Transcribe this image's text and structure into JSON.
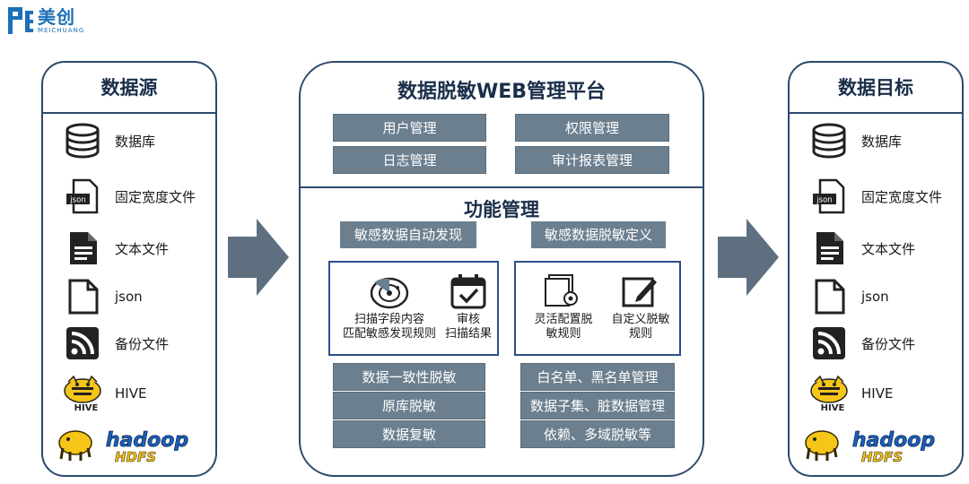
{
  "logo": {
    "name_cn": "美创",
    "name_en": "MEICHUANG"
  },
  "source": {
    "title": "数据源",
    "items": [
      {
        "label": "数据库",
        "icon": "database-icon"
      },
      {
        "label": "固定宽度文件",
        "icon": "json-file-icon"
      },
      {
        "label": "文本文件",
        "icon": "text-file-icon"
      },
      {
        "label": "json",
        "icon": "blank-file-icon"
      },
      {
        "label": "备份文件",
        "icon": "rss-icon"
      },
      {
        "label": "HIVE",
        "icon": "hive-logo-icon"
      },
      {
        "label": "",
        "icon": "hadoop-hdfs-logo"
      }
    ]
  },
  "platform": {
    "title": "数据脱敏WEB管理平台",
    "management": [
      "用户管理",
      "权限管理",
      "日志管理",
      "审计报表管理"
    ],
    "function_title": "功能管理",
    "discovery": {
      "heading": "敏感数据自动发现",
      "features": [
        {
          "label": "扫描字段内容\n匹配敏感发现规则",
          "icon": "radar-scan-icon"
        },
        {
          "label": "审核\n扫描结果",
          "icon": "calendar-check-icon"
        }
      ],
      "actions": [
        "数据一致性脱敏",
        "原库脱敏",
        "数据复敏"
      ]
    },
    "definition": {
      "heading": "敏感数据脱敏定义",
      "features": [
        {
          "label": "灵活配置脱\n敏规则",
          "icon": "config-docs-icon"
        },
        {
          "label": "自定义脱敏\n规则",
          "icon": "edit-icon"
        }
      ],
      "actions": [
        "白名单、黑名单管理",
        "数据子集、脏数据管理",
        "依赖、多域脱敏等"
      ]
    }
  },
  "target": {
    "title": "数据目标",
    "items": [
      {
        "label": "数据库",
        "icon": "database-icon"
      },
      {
        "label": "固定宽度文件",
        "icon": "json-file-icon"
      },
      {
        "label": "文本文件",
        "icon": "text-file-icon"
      },
      {
        "label": "json",
        "icon": "blank-file-icon"
      },
      {
        "label": "备份文件",
        "icon": "rss-icon"
      },
      {
        "label": "HIVE",
        "icon": "hive-logo-icon"
      },
      {
        "label": "",
        "icon": "hadoop-hdfs-logo"
      }
    ]
  },
  "colors": {
    "panel_border": "#2d4a6e",
    "button_fill": "#6b7f8f",
    "arrow": "#5e7080",
    "feature_border": "#2b4f8a",
    "logo_blue": "#1d6fb8"
  }
}
